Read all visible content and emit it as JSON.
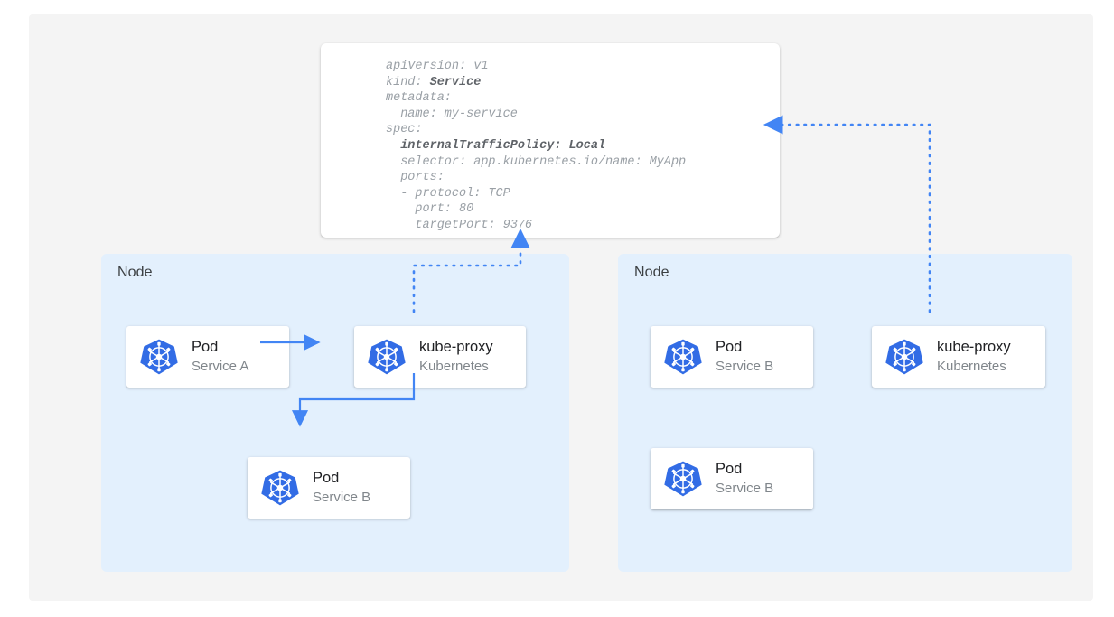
{
  "diagram": {
    "title": "kubernetes-internal-traffic-policy-local",
    "colors": {
      "page_background": "#ffffff",
      "canvas_background": "#f4f4f4",
      "node_background": "#e3f0fd",
      "card_background": "#ffffff",
      "accent_blue": "#4285f4",
      "kubernetes_blue": "#326ce5",
      "title_text": "#202124",
      "subtitle_text": "#80868b",
      "node_label_text": "#3c4043",
      "code_text": "#9aa0a6",
      "code_strong_text": "#5f6368"
    }
  },
  "yaml_card": {
    "name": "service-manifest",
    "lines": [
      {
        "text": "apiVersion: v1",
        "strong": false
      },
      {
        "text": "kind: ",
        "strong": false,
        "bold_tail": "Service"
      },
      {
        "text": "metadata:",
        "strong": false
      },
      {
        "text": "  name: my-service",
        "strong": false
      },
      {
        "text": "spec:",
        "strong": false
      },
      {
        "text": "  internalTrafficPolicy: Local",
        "strong": true
      },
      {
        "text": "  selector: app.kubernetes.io/name: MyApp",
        "strong": false
      },
      {
        "text": "  ports:",
        "strong": false
      },
      {
        "text": "  - protocol: TCP",
        "strong": false
      },
      {
        "text": "    port: 80",
        "strong": false
      },
      {
        "text": "    targetPort: 9376",
        "strong": false
      }
    ],
    "fields": {
      "apiVersion": "v1",
      "kind": "Service",
      "metadata_name": "my-service",
      "internalTrafficPolicy": "Local",
      "selector": "app.kubernetes.io/name: MyApp",
      "protocol": "TCP",
      "port": "80",
      "targetPort": "9376"
    }
  },
  "nodes": [
    {
      "id": "node-left",
      "label": "Node",
      "cards": [
        {
          "id": "pod-a",
          "title": "Pod",
          "subtitle": "Service A",
          "icon": "kubernetes-icon"
        },
        {
          "id": "kube-left",
          "title": "kube-proxy",
          "subtitle": "Kubernetes",
          "icon": "kubernetes-icon"
        },
        {
          "id": "pod-b-left",
          "title": "Pod",
          "subtitle": "Service B",
          "icon": "kubernetes-icon"
        }
      ]
    },
    {
      "id": "node-right",
      "label": "Node",
      "cards": [
        {
          "id": "pod-b-r1",
          "title": "Pod",
          "subtitle": "Service B",
          "icon": "kubernetes-icon"
        },
        {
          "id": "kube-right",
          "title": "kube-proxy",
          "subtitle": "Kubernetes",
          "icon": "kubernetes-icon"
        },
        {
          "id": "pod-b-r2",
          "title": "Pod",
          "subtitle": "Service B",
          "icon": "kubernetes-icon"
        }
      ]
    }
  ],
  "connectors": [
    {
      "id": "pod-a-to-kube-proxy",
      "from": "pod-a",
      "to": "kube-left",
      "style": "solid",
      "arrow": "right"
    },
    {
      "id": "kube-proxy-to-pod-b",
      "from": "kube-left",
      "to": "pod-b-left",
      "style": "solid",
      "arrow": "down"
    },
    {
      "id": "kube-proxy-left-to-service",
      "from": "kube-left",
      "to": "service-manifest",
      "style": "dotted",
      "arrow": "up"
    },
    {
      "id": "kube-proxy-right-to-service",
      "from": "kube-right",
      "to": "service-manifest",
      "style": "dotted",
      "arrow": "left"
    }
  ]
}
